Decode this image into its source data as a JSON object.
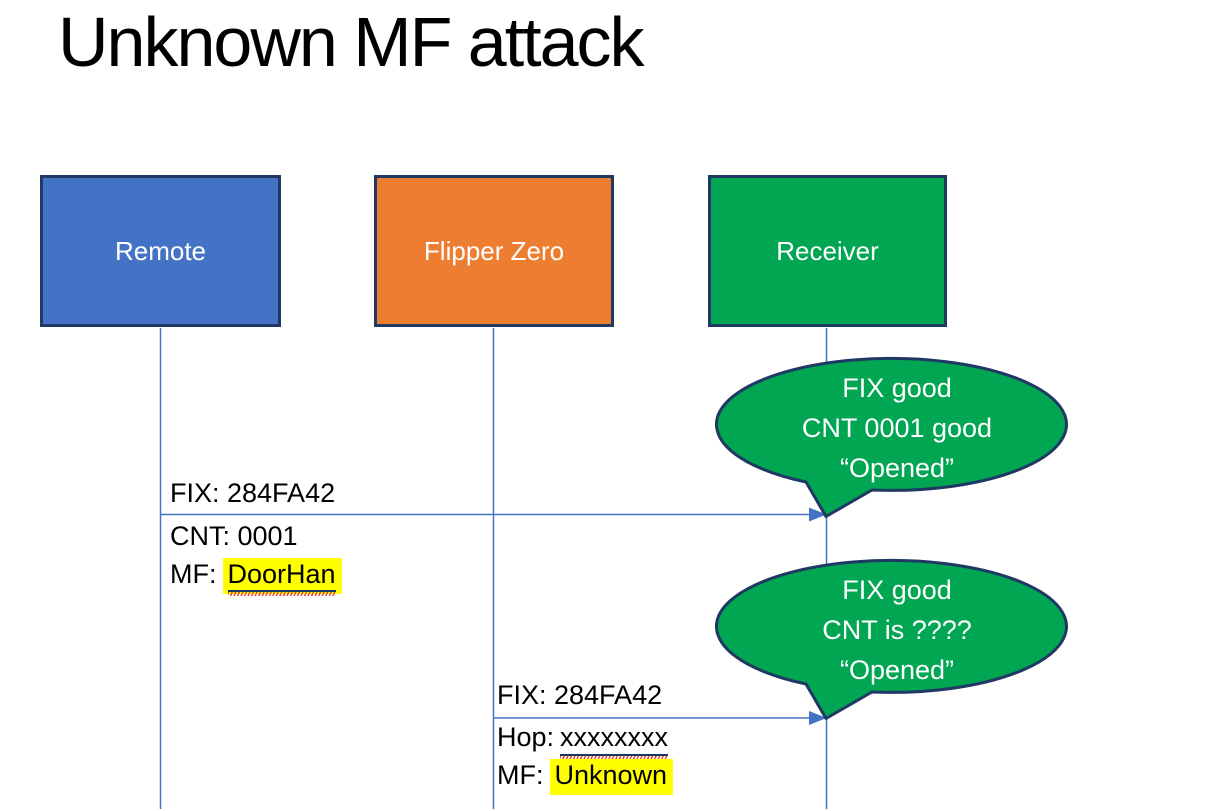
{
  "slide": {
    "title": "Unknown MF attack"
  },
  "actors": [
    {
      "label": "Remote",
      "fill": "#4472C4"
    },
    {
      "label": "Flipper Zero",
      "fill": "#ED7D31"
    },
    {
      "label": "Receiver",
      "fill": "#00A651"
    }
  ],
  "messages": [
    {
      "line1": "FIX: 284FA42",
      "line2": "CNT: 0001",
      "line3_label": "MF:",
      "line3_value": "DoorHan"
    },
    {
      "line1": "FIX: 284FA42",
      "line2_label": "Hop:",
      "line2_value": "xxxxxxxx",
      "line3_label": "MF:",
      "line3_value": "Unknown"
    }
  ],
  "callouts": [
    {
      "line1": "FIX good",
      "line2": "CNT 0001 good",
      "line3": "“Opened”"
    },
    {
      "line1": "FIX good",
      "line2": "CNT is ????",
      "line3": "“Opened”"
    }
  ],
  "colors": {
    "actor_remote_fill": "#4472C4",
    "actor_flipper_fill": "#ED7D31",
    "actor_receiver_fill": "#00A651",
    "shape_border": "#1F3864",
    "connector_blue": "#4472C4",
    "callout_fill": "#00A651",
    "callout_border": "#1F3864",
    "highlight_yellow": "#FFFF00",
    "squiggle_red": "#E8402A",
    "underline_navy": "#17375E",
    "box_text": "#FFFFFF",
    "body_text": "#000000"
  }
}
